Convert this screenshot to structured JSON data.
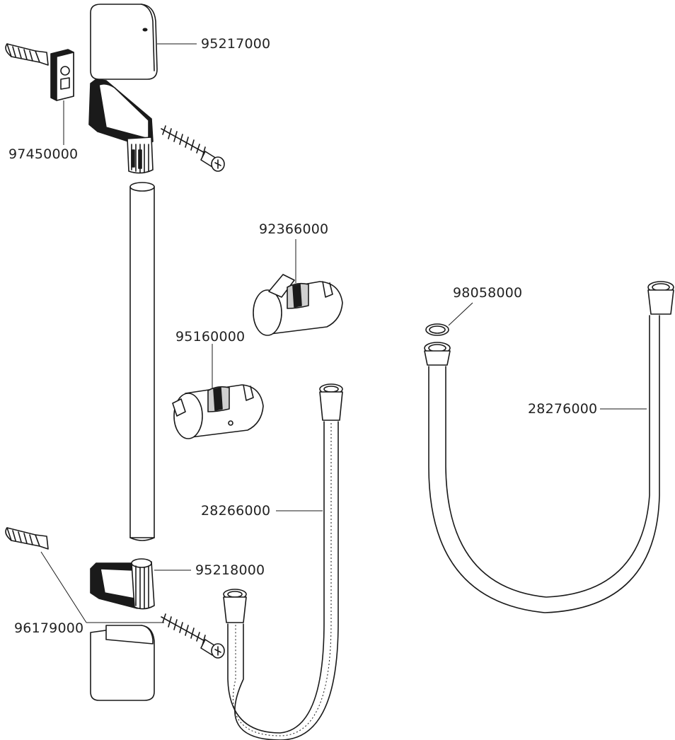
{
  "parts": [
    {
      "id": "cap-top",
      "number": "95217000"
    },
    {
      "id": "wall-bracket-insert",
      "number": "97450000"
    },
    {
      "id": "handshower-holder-a",
      "number": "92366000"
    },
    {
      "id": "handshower-holder-b",
      "number": "95160000"
    },
    {
      "id": "seal-washer",
      "number": "98058000"
    },
    {
      "id": "smooth-shower-hose",
      "number": "28276000"
    },
    {
      "id": "metal-shower-hose",
      "number": "28266000"
    },
    {
      "id": "bottom-bracket",
      "number": "95218000"
    },
    {
      "id": "screw-dowel-set",
      "number": "96179000"
    }
  ]
}
